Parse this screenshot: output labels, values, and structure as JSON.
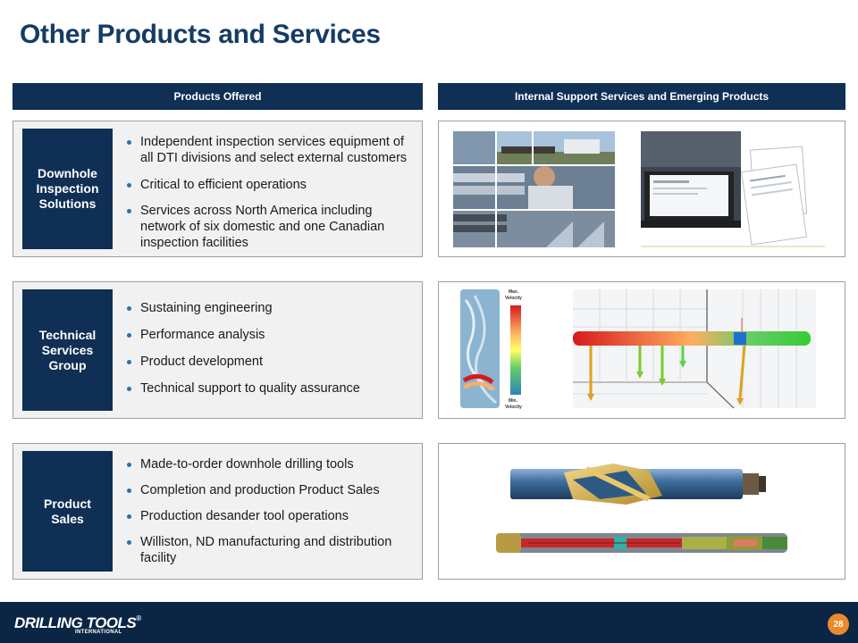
{
  "slide": {
    "title": "Other Products and Services",
    "page_number": "28"
  },
  "headers": {
    "left": "Products  Offered",
    "right": "Internal  Support  Services and Emerging  Products"
  },
  "sections": [
    {
      "label": "Downhole Inspection Solutions",
      "bullets": [
        "Independent inspection services equipment of all DTI divisions and select external customers",
        "Critical to efficient operations",
        "Services across North America including network of six domestic and one Canadian inspection facilities"
      ]
    },
    {
      "label": "Technical Services Group",
      "bullets": [
        "Sustaining engineering",
        "Performance analysis",
        "Product development",
        "Technical support to quality assurance"
      ]
    },
    {
      "label": "Product Sales",
      "bullets": [
        "Made-to-order downhole drilling tools",
        "Completion and production Product Sales",
        "Production desander tool operations",
        "Williston, ND manufacturing and distribution facility"
      ]
    }
  ],
  "cfd": {
    "max_label_1": "Max.",
    "max_label_2": "Velocity",
    "min_label_1": "Min.",
    "min_label_2": "Velocity"
  },
  "footer": {
    "logo_text": "DRILLING TOOLS",
    "logo_reg": "®",
    "logo_sub": "INTERNATIONAL"
  },
  "colors": {
    "navy": "#0f2f55",
    "title_blue": "#143c64",
    "bullet_blue": "#2d6fb3",
    "page_badge": "#e98a2c"
  }
}
